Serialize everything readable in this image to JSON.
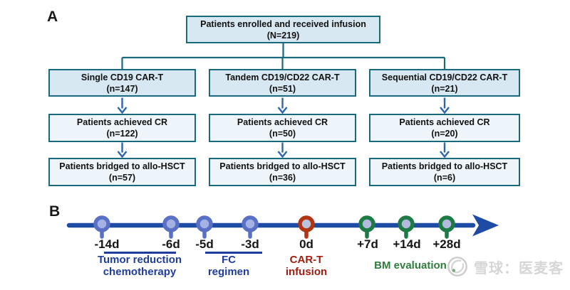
{
  "colors": {
    "box_border_teal": "#19697f",
    "box_fill_light_blue": "#d8e8f3",
    "box_fill_pale": "#eef5fa",
    "connector_teal": "#19697f",
    "flow_arrow_blue": "#2b66b3",
    "timeline_blue": "#1e4ca5",
    "pin_blue_ring": "#5a70c5",
    "pin_blue_inner": "#a6b1e3",
    "pin_red_ring": "#b23512",
    "pin_red_inner": "#b9c3db",
    "pin_green_ring": "#1e7a45",
    "pin_green_inner": "#b2bbdf",
    "phase_label_blue": "#1e3d9d",
    "phase_label_red": "#a31c0d",
    "phase_label_green": "#2e7d3c",
    "text_black": "#151515",
    "watermark_gray": "#d6d6d6"
  },
  "panel_a": {
    "label": "A",
    "top_box": {
      "line1": "Patients enrolled and received infusion",
      "line2": "(N=219)"
    },
    "columns": [
      {
        "arm_line1": "Single CD19 CAR-T",
        "arm_line2": "(n=147)",
        "cr_line1": "Patients achieved CR",
        "cr_line2": "(n=122)",
        "hsct_line1": "Patients bridged to allo-HSCT",
        "hsct_line2": "(n=57)"
      },
      {
        "arm_line1": "Tandem CD19/CD22 CAR-T",
        "arm_line2": "(n=51)",
        "cr_line1": "Patients achieved CR",
        "cr_line2": "(n=50)",
        "hsct_line1": "Patients bridged to allo-HSCT",
        "hsct_line2": "(n=36)"
      },
      {
        "arm_line1": "Sequential CD19/CD22 CAR-T",
        "arm_line2": "(n=21)",
        "cr_line1": "Patients achieved CR",
        "cr_line2": "(n=20)",
        "hsct_line1": "Patients bridged to allo-HSCT",
        "hsct_line2": "(n=6)"
      }
    ]
  },
  "panel_b": {
    "label": "B",
    "timepoints": [
      {
        "label": "-14d",
        "marker": "blue"
      },
      {
        "label": "-6d",
        "marker": "blue"
      },
      {
        "label": "-5d",
        "marker": "blue"
      },
      {
        "label": "-3d",
        "marker": "blue"
      },
      {
        "label": "0d",
        "marker": "red"
      },
      {
        "label": "+7d",
        "marker": "green"
      },
      {
        "label": "+14d",
        "marker": "green"
      },
      {
        "label": "+28d",
        "marker": "green"
      }
    ],
    "phases": [
      {
        "line1": "Tumor reduction",
        "line2": "chemotherapy"
      },
      {
        "line1": "FC",
        "line2": "regimen"
      },
      {
        "line1": "CAR-T",
        "line2": "infusion"
      },
      {
        "line1": "BM evaluation",
        "line2": ""
      }
    ]
  },
  "watermark": {
    "text": "雪球：医麦客"
  }
}
